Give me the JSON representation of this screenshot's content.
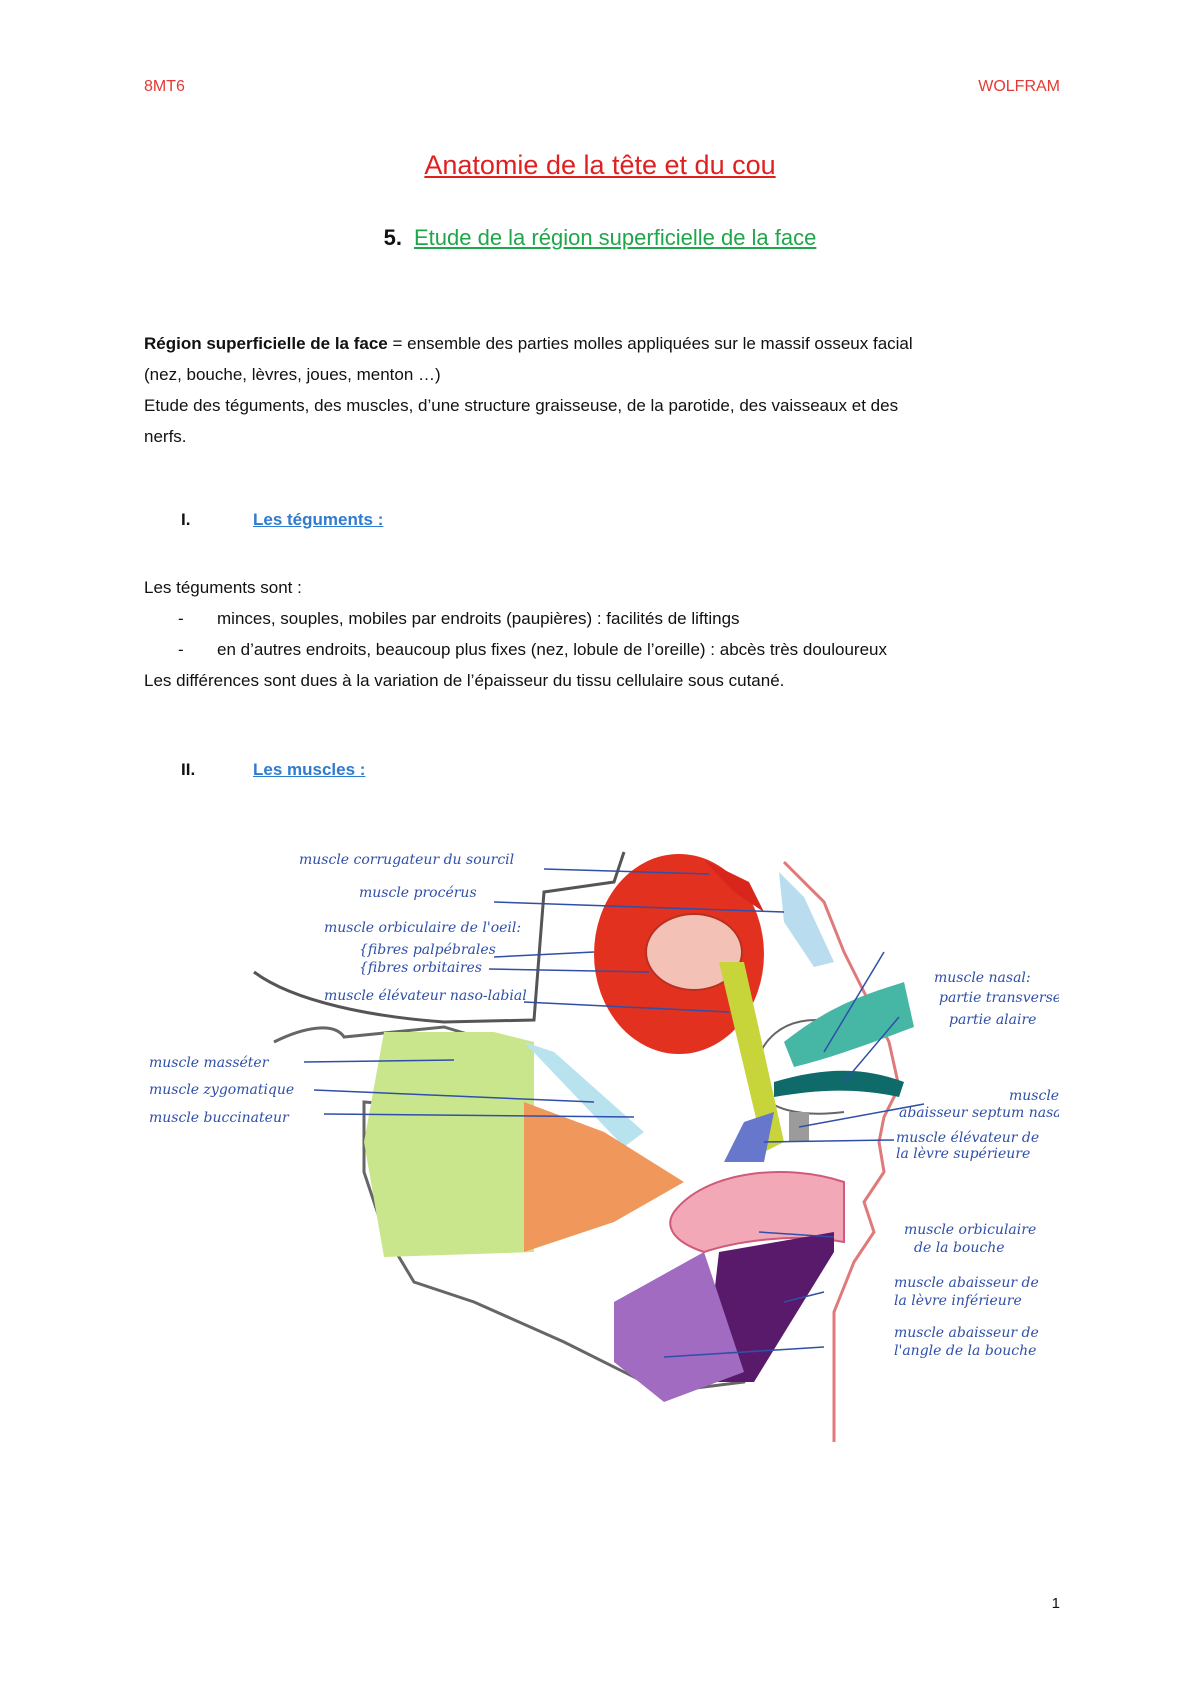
{
  "header": {
    "left": "8MT6",
    "right": "WOLFRAM"
  },
  "title": "Anatomie de la tête et du cou",
  "section": {
    "number": "5.",
    "title": "Etude de la région superficielle de la face"
  },
  "intro": {
    "term": "Région superficielle de la face",
    "definition": " = ensemble des parties molles appliquées sur le massif osseux facial",
    "examples": "(nez, bouche, lèvres, joues, menton …)",
    "study": "Etude des téguments, des muscles, d’une structure graisseuse, de la parotide, des vaisseaux et des",
    "study_end": "nerfs."
  },
  "part1": {
    "numeral": "I.",
    "title": "Les téguments :",
    "lead": "Les téguments sont :",
    "bullets": [
      {
        "text": "minces, souples, mobiles par endroits (paupières) : facilités de liftings"
      },
      {
        "text": "en d’autres endroits, beaucoup plus fixes (nez, lobule de l’oreille) : abcès très douloureux"
      }
    ],
    "conclusion": "Les différences sont dues à la variation de l’épaisseur du tissu cellulaire sous cutané."
  },
  "part2": {
    "numeral": "II.",
    "title": "Les muscles :"
  },
  "figure": {
    "labels": {
      "corrugateur": "muscle corrugateur du sourcil",
      "procerus": "muscle procérus",
      "orbiculaire_oeil": "muscle orbiculaire de l'oeil:",
      "fibres_palpebrales": "{fibres palpébrales",
      "fibres_orbitaires": "{fibres orbitaires",
      "elevateur_naso_labial": "muscle élévateur naso-labial",
      "masseter": "muscle masséter",
      "zygomatique": "muscle zygomatique",
      "buccinateur": "muscle buccinateur",
      "nasal": "muscle nasal:",
      "partie_transverse": "partie transverse",
      "partie_alaire": "partie alaire",
      "abaisseur_septum_1": "muscle",
      "abaisseur_septum_2": "abaisseur septum nasal",
      "elevateur_levre_1": "muscle élévateur de",
      "elevateur_levre_2": "la lèvre supérieure",
      "orbiculaire_bouche_1": "muscle orbiculaire",
      "orbiculaire_bouche_2": "de la bouche",
      "abaisseur_levre_1": "muscle abaisseur de",
      "abaisseur_levre_2": "la lèvre inférieure",
      "abaisseur_angle_1": "muscle abaisseur de",
      "abaisseur_angle_2": "l'angle de la bouche"
    }
  },
  "page_number": "1"
}
